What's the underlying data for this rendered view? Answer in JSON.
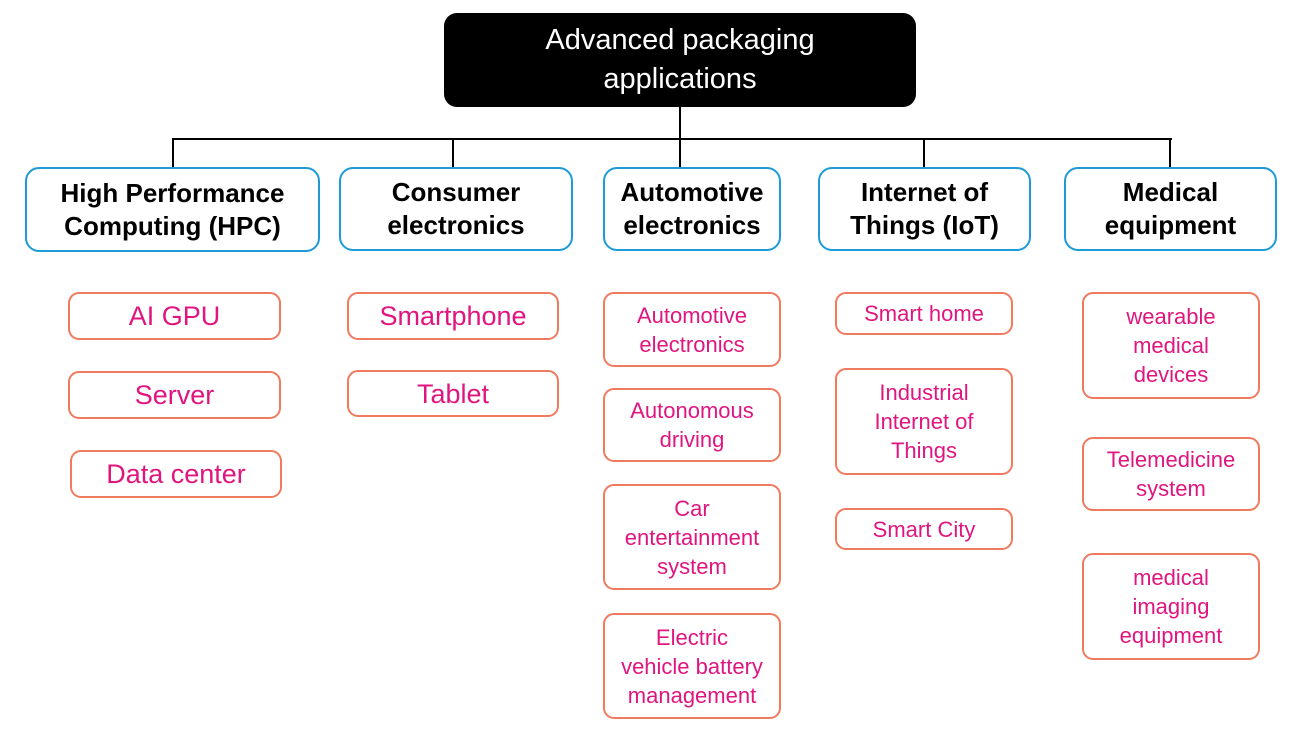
{
  "root": {
    "label": "Advanced packaging\napplications"
  },
  "categories": [
    {
      "label": "High Performance\nComputing (HPC)",
      "items": [
        "AI GPU",
        "Server",
        "Data center"
      ]
    },
    {
      "label": "Consumer\nelectronics",
      "items": [
        "Smartphone",
        "Tablet"
      ]
    },
    {
      "label": "Automotive\nelectronics",
      "items": [
        "Automotive\nelectronics",
        "Autonomous\ndriving",
        "Car\nentertainment\nsystem",
        "Electric\nvehicle battery\nmanagement"
      ]
    },
    {
      "label": "Internet of\nThings (IoT)",
      "items": [
        "Smart home",
        "Industrial\nInternet of\nThings",
        "Smart City"
      ]
    },
    {
      "label": "Medical\nequipment",
      "items": [
        "wearable\nmedical\ndevices",
        "Telemedicine\nsystem",
        "medical\nimaging\nequipment"
      ]
    }
  ],
  "colors": {
    "root_bg": "#000000",
    "category_border": "#1e9bd7",
    "item_border": "#f07a5e",
    "item_text": "#e0157f"
  }
}
